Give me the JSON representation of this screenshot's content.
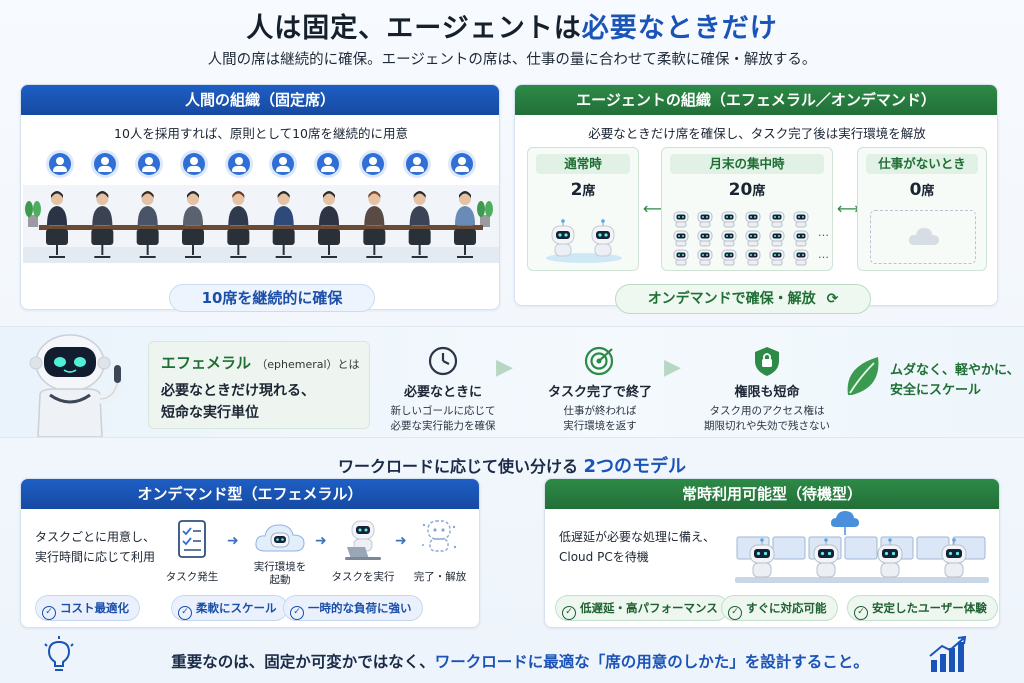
{
  "header": {
    "title_main": "人は固定、エージェントは",
    "title_accent": "必要なときだけ",
    "subtitle": "人間の席は継続的に確保。エージェントの席は、仕事の量に合わせて柔軟に確保・解放する。"
  },
  "human_panel": {
    "title": "人間の組織（固定席）",
    "subtitle": "10人を採用すれば、原則として10席を継続的に用意",
    "seat_count": 10,
    "badge": "10席を継続的に確保"
  },
  "agent_panel": {
    "title": "エージェントの組織（エフェメラル／オンデマンド）",
    "subtitle": "必要なときだけ席を確保し、タスク完了後は実行環境を解放",
    "states": [
      {
        "label": "通常時",
        "count": "2",
        "unit": "席"
      },
      {
        "label": "月末の集中時",
        "count": "20",
        "unit": "席"
      },
      {
        "label": "仕事がないとき",
        "count": "0",
        "unit": "席"
      }
    ],
    "ellipsis": "…",
    "ondemand_label": "オンデマンドで確保・解放"
  },
  "ephemeral": {
    "term": "エフェメラル",
    "term_en": "（ephemeral）とは",
    "desc_line1": "必要なときだけ現れる、",
    "desc_line2": "短命な実行単位",
    "features": [
      {
        "title": "必要なときに",
        "desc1": "新しいゴールに応じて",
        "desc2": "必要な実行能力を確保",
        "icon": "clock-icon"
      },
      {
        "title": "タスク完了で終了",
        "desc1": "仕事が終われば",
        "desc2": "実行環境を返す",
        "icon": "target-icon"
      },
      {
        "title": "権限も短命",
        "desc1": "タスク用のアクセス権は",
        "desc2": "期限切れや失効で残さない",
        "icon": "shield-lock-icon"
      }
    ],
    "final_line1": "ムダなく、軽やかに、",
    "final_line2": "安全にスケール"
  },
  "models": {
    "title_main": "ワークロードに応じて使い分ける",
    "title_accent": "2つのモデル",
    "ondemand": {
      "title": "オンデマンド型（エフェメラル）",
      "desc1": "タスクごとに用意し、",
      "desc2": "実行時間に応じて利用",
      "steps": [
        "タスク発生",
        "実行環境を\n起動",
        "タスクを実行",
        "完了・解放"
      ],
      "chips": [
        "コスト最適化",
        "柔軟にスケール",
        "一時的な負荷に強い"
      ]
    },
    "always_on": {
      "title": "常時利用可能型（待機型）",
      "desc1": "低遅延が必要な処理に備え、",
      "desc2": "Cloud PCを待機",
      "chips": [
        "低遅延・高パフォーマンス",
        "すぐに対応可能",
        "安定したユーザー体験"
      ]
    }
  },
  "footer": {
    "pre": "重要なのは、固定か可変かではなく、",
    "highlight": "ワークロードに最適な「席の用意のしかた」を設計すること。"
  },
  "colors": {
    "blue": "#1b54b8",
    "green": "#2d8a47",
    "navy": "#1a2b48"
  }
}
